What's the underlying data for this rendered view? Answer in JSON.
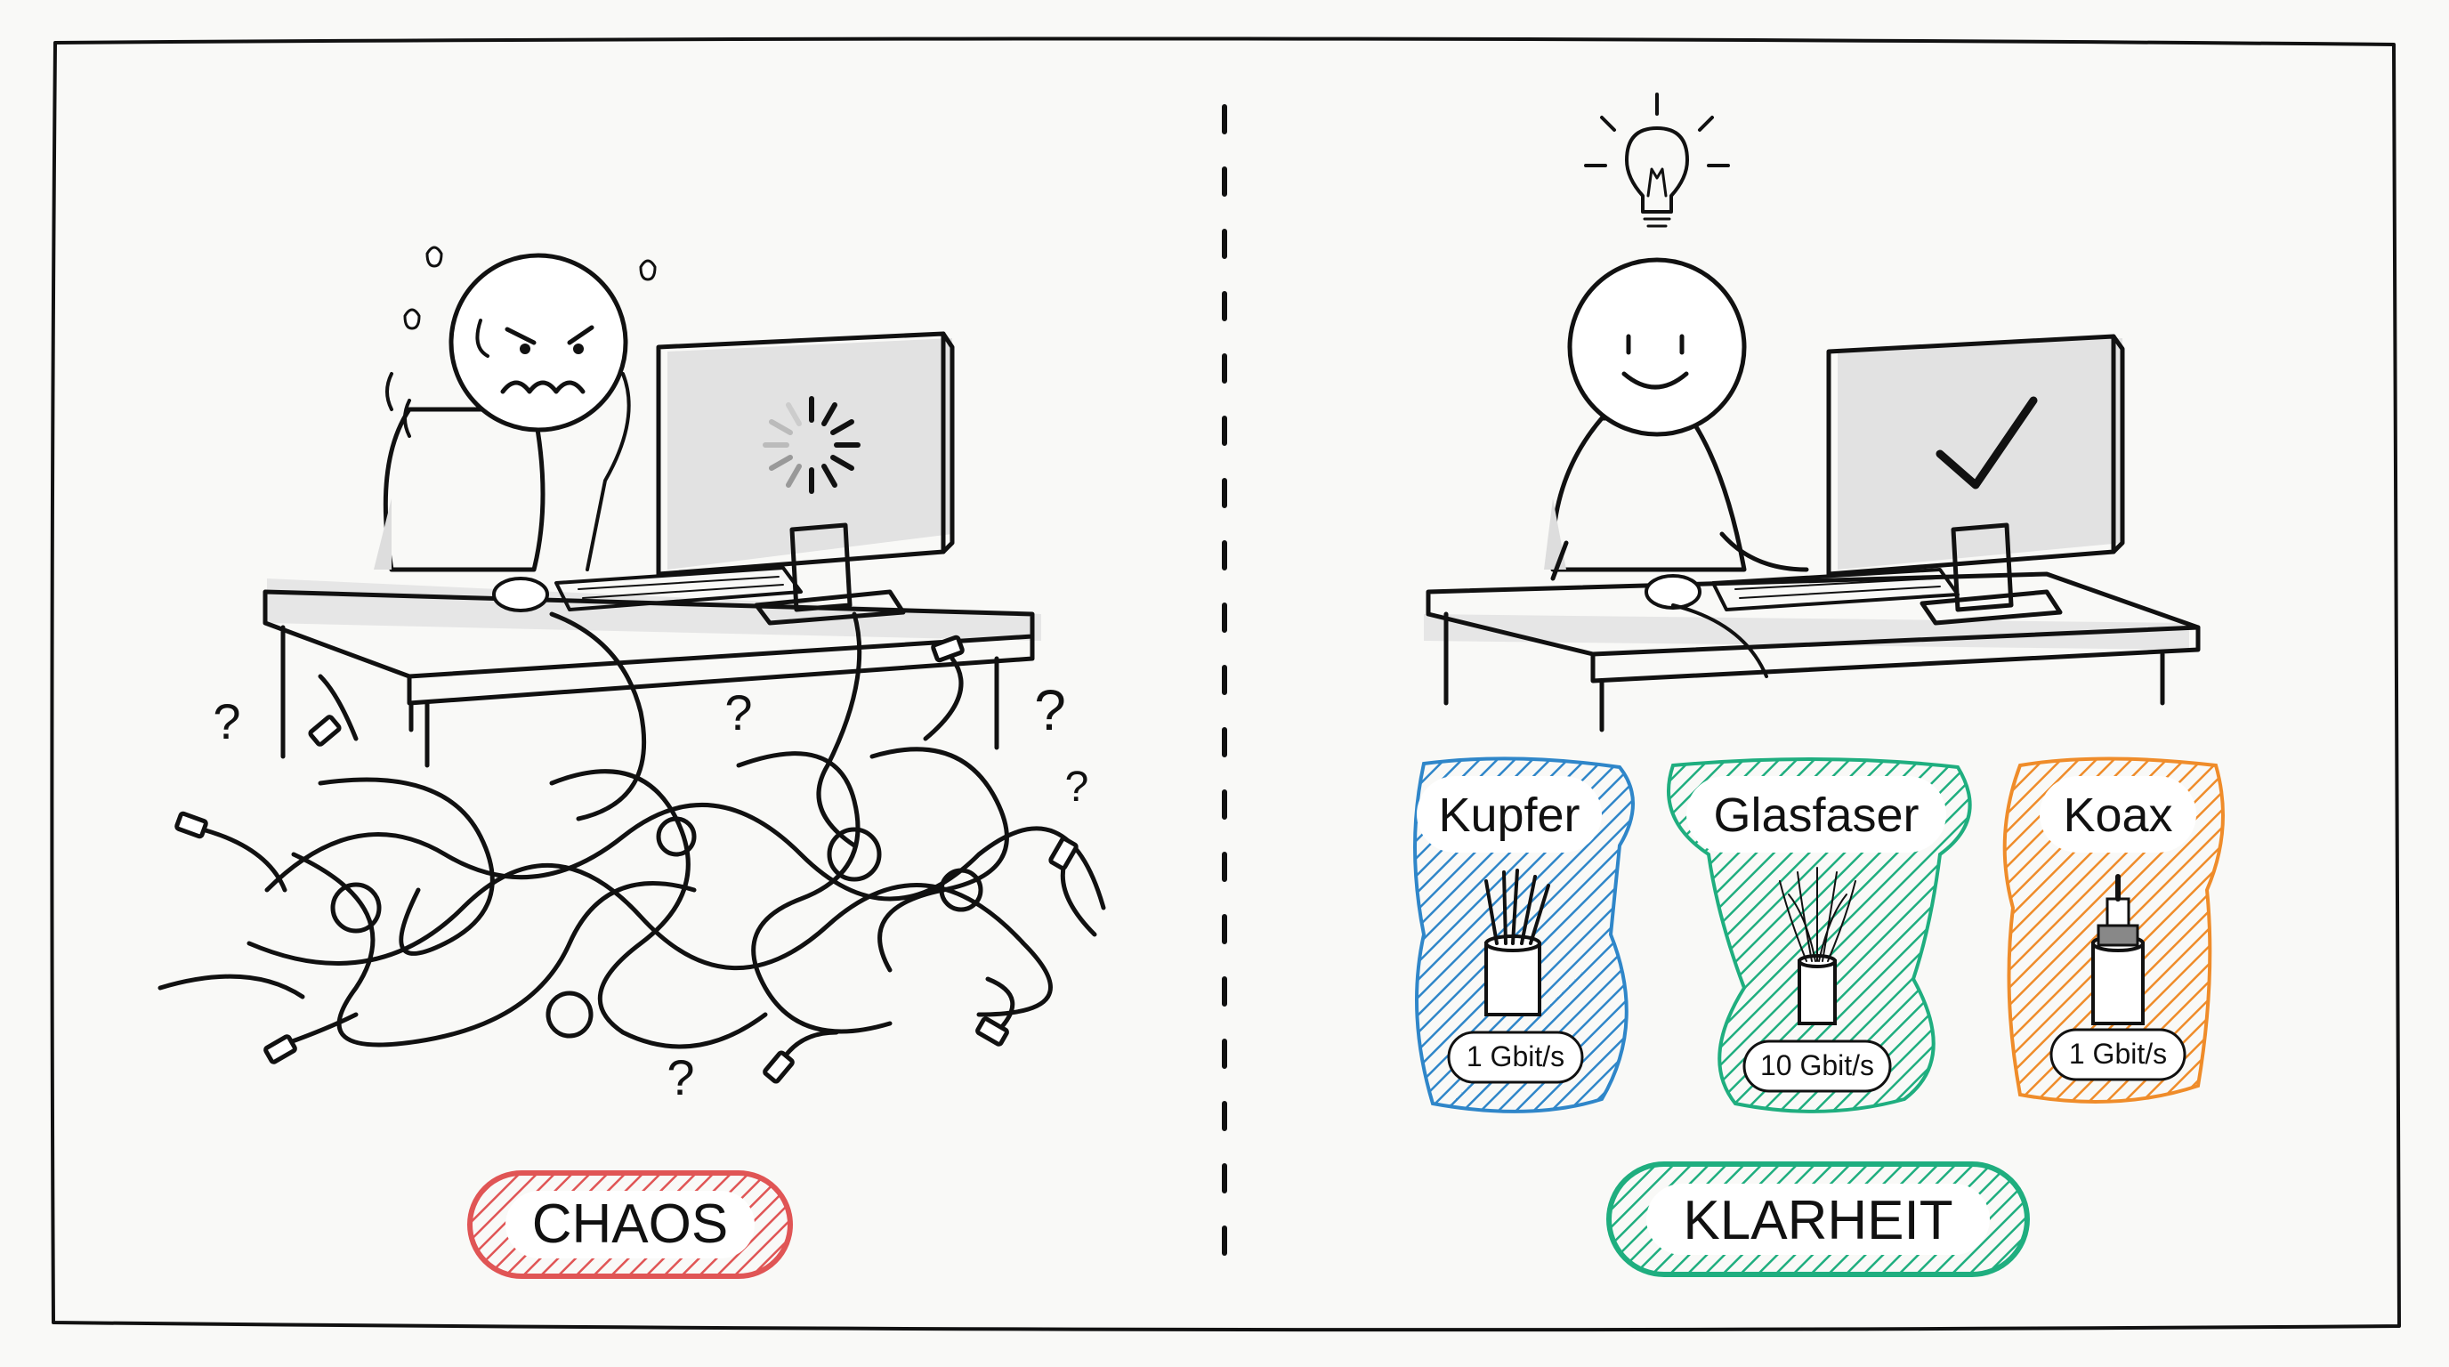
{
  "left": {
    "label": "CHAOS",
    "label_color": "#e05555",
    "marks": [
      "?",
      "?",
      "?",
      "?",
      "?"
    ],
    "monitor_icon": "loading-spinner-icon"
  },
  "right": {
    "label": "KLARHEIT",
    "label_color": "#1fae7f",
    "idea_icon": "lightbulb-icon",
    "monitor_icon": "checkmark-icon",
    "cables": [
      {
        "name": "Kupfer",
        "speed": "1 Gbit/s",
        "color": "#2f86c9",
        "icon": "copper-cable-icon"
      },
      {
        "name": "Glasfaser",
        "speed": "10 Gbit/s",
        "color": "#1fae7f",
        "icon": "fiber-cable-icon"
      },
      {
        "name": "Koax",
        "speed": "1 Gbit/s",
        "color": "#ef8c2a",
        "icon": "coax-cable-icon"
      }
    ]
  }
}
